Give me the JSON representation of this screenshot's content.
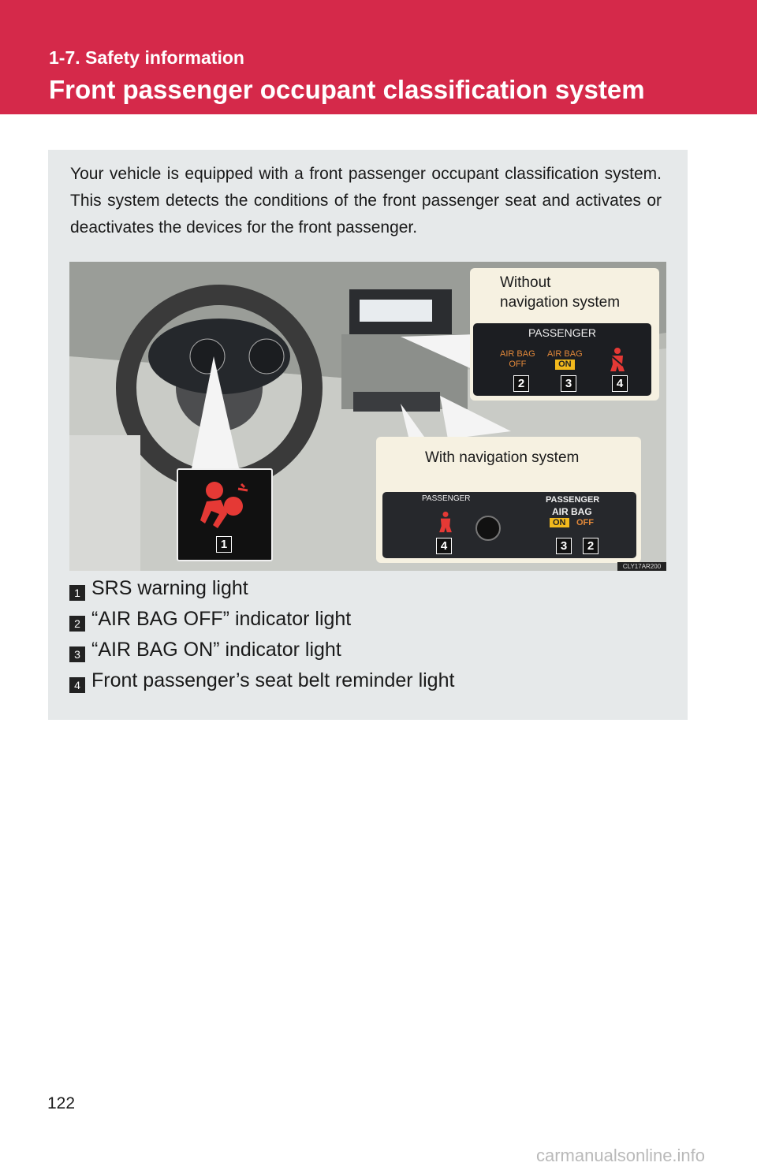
{
  "header": {
    "section": "1-7. Safety information",
    "title": "Front passenger occupant classification system"
  },
  "intro": "Your vehicle is equipped with a front passenger occupant classification system. This system detects the conditions of the front passenger seat and activates or deactivates the devices for the front passenger.",
  "figure": {
    "callout_without_label_1": "Without",
    "callout_without_label_2": "navigation system",
    "callout_with_label": "With navigation system",
    "panel_without": {
      "title": "PASSENGER",
      "airbag_off_1": "AIR BAG",
      "airbag_off_2": "OFF",
      "airbag_on_1": "AIR BAG",
      "airbag_on_2": "ON",
      "num_a": "2",
      "num_b": "3",
      "num_c": "4"
    },
    "panel_with": {
      "left_title": "PASSENGER",
      "right_title": "PASSENGER",
      "right_sub": "AIR BAG",
      "on": "ON",
      "off": "OFF",
      "num_a": "4",
      "num_b": "3",
      "num_c": "2"
    },
    "srs_num": "1",
    "image_code": "CLY17AR200"
  },
  "legend": [
    {
      "num": "1",
      "text": "SRS warning light"
    },
    {
      "num": "2",
      "text": "“AIR BAG OFF” indicator light"
    },
    {
      "num": "3",
      "text": "“AIR BAG ON” indicator light"
    },
    {
      "num": "4",
      "text": "Front passenger’s seat belt reminder light"
    }
  ],
  "page_number": "122",
  "watermark": "carmanualsonline.info",
  "colors": {
    "header": "#d5294a",
    "panel": "#e6e9ea",
    "callout": "#f6f1e1",
    "warning": "#e53935"
  }
}
